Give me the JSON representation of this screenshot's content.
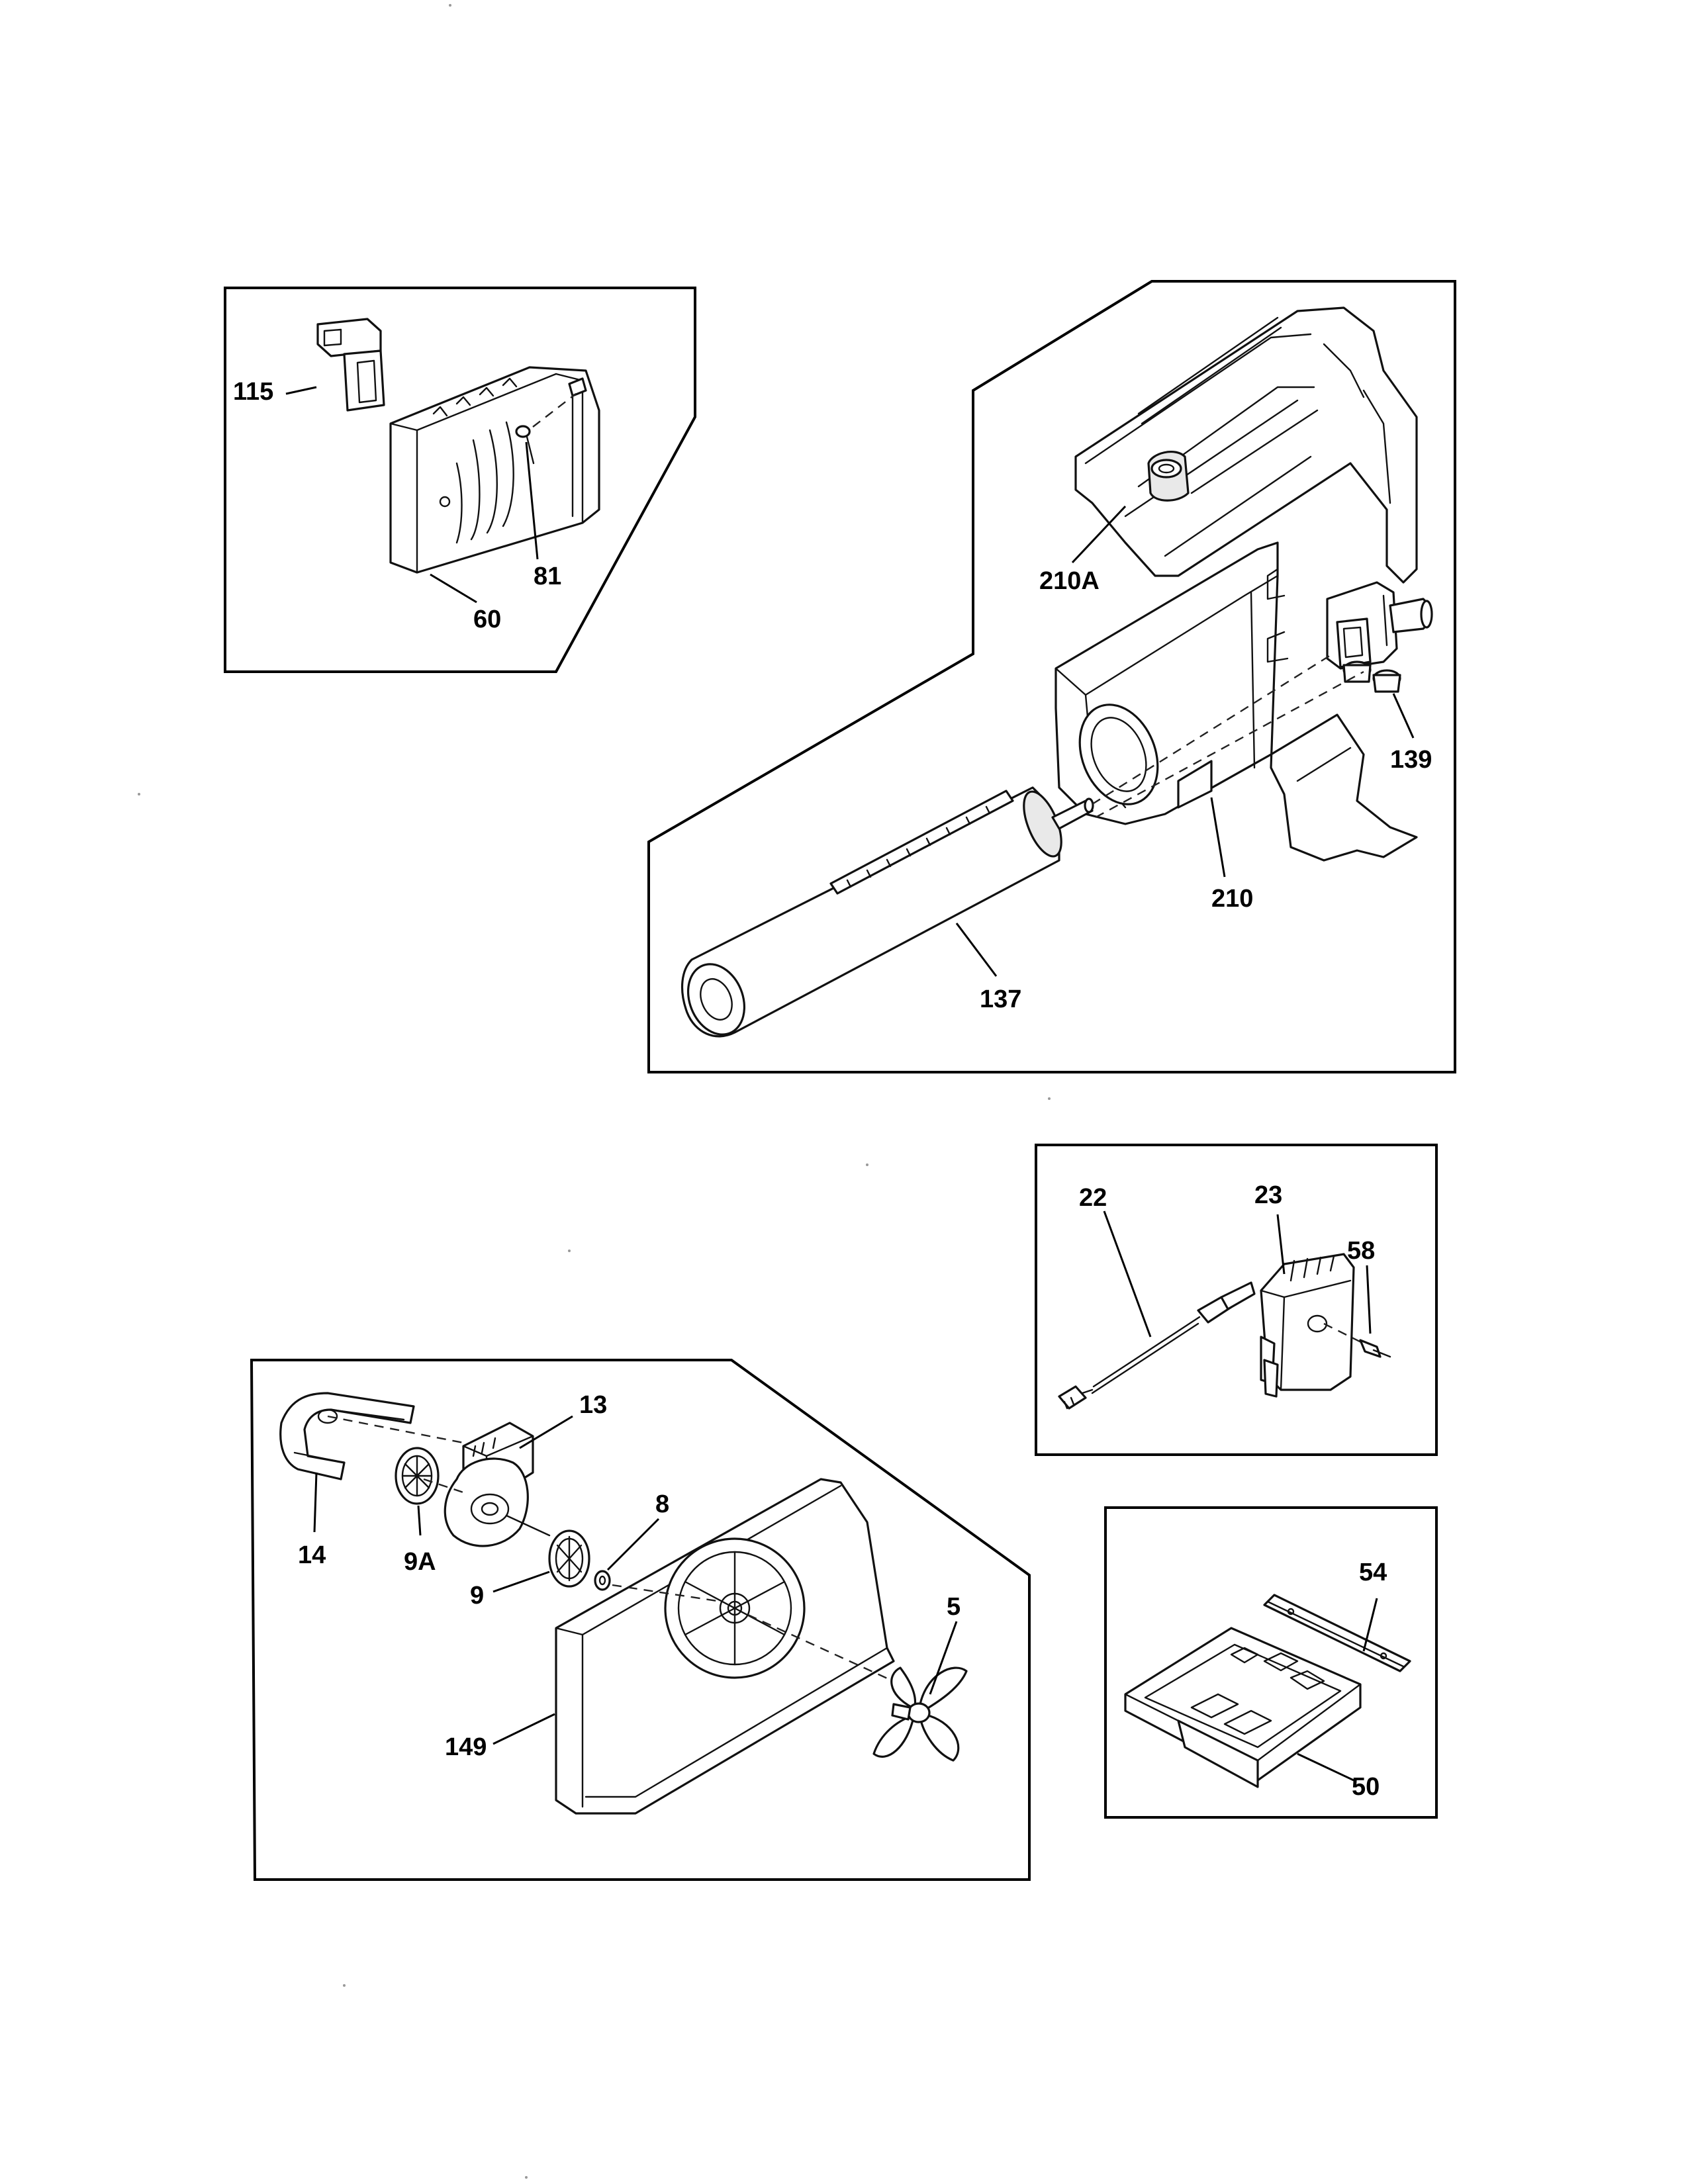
{
  "diagram": {
    "panels": [
      {
        "id": "panel-upper-left",
        "callouts": [
          "115",
          "81",
          "60"
        ]
      },
      {
        "id": "panel-filter",
        "callouts": [
          "210A",
          "139",
          "210",
          "137"
        ]
      },
      {
        "id": "panel-heater",
        "callouts": [
          "22",
          "23",
          "58"
        ]
      },
      {
        "id": "panel-fan",
        "callouts": [
          "13",
          "8",
          "5",
          "14",
          "9A",
          "9",
          "149"
        ]
      },
      {
        "id": "panel-tray",
        "callouts": [
          "54",
          "50"
        ]
      }
    ],
    "labels": {
      "p115": "115",
      "p81": "81",
      "p60": "60",
      "p210A": "210A",
      "p139": "139",
      "p210": "210",
      "p137": "137",
      "p22": "22",
      "p23": "23",
      "p58": "58",
      "p13": "13",
      "p8": "8",
      "p5": "5",
      "p14": "14",
      "p9A": "9A",
      "p9": "9",
      "p149": "149",
      "p54": "54",
      "p50": "50"
    }
  }
}
